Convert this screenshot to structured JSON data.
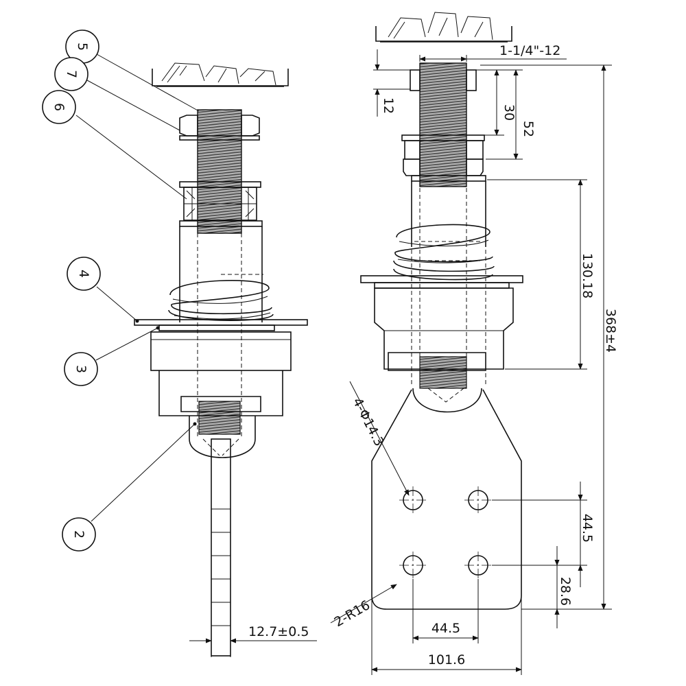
{
  "callouts": {
    "c5": "5",
    "c7": "7",
    "c6": "6",
    "c4": "4",
    "c3": "3",
    "c2": "2"
  },
  "dimensions": {
    "thread": "1-1/4\"-12",
    "d12": "12",
    "d30": "30",
    "d52": "52",
    "d130": "130.18",
    "d368": "368±4",
    "holes": "4-Φ14.3",
    "d44v": "44.5",
    "d28": "28.6",
    "radius": "2-R16",
    "thick": "12.7±0.5",
    "d44h": "44.5",
    "d101": "101.6"
  }
}
